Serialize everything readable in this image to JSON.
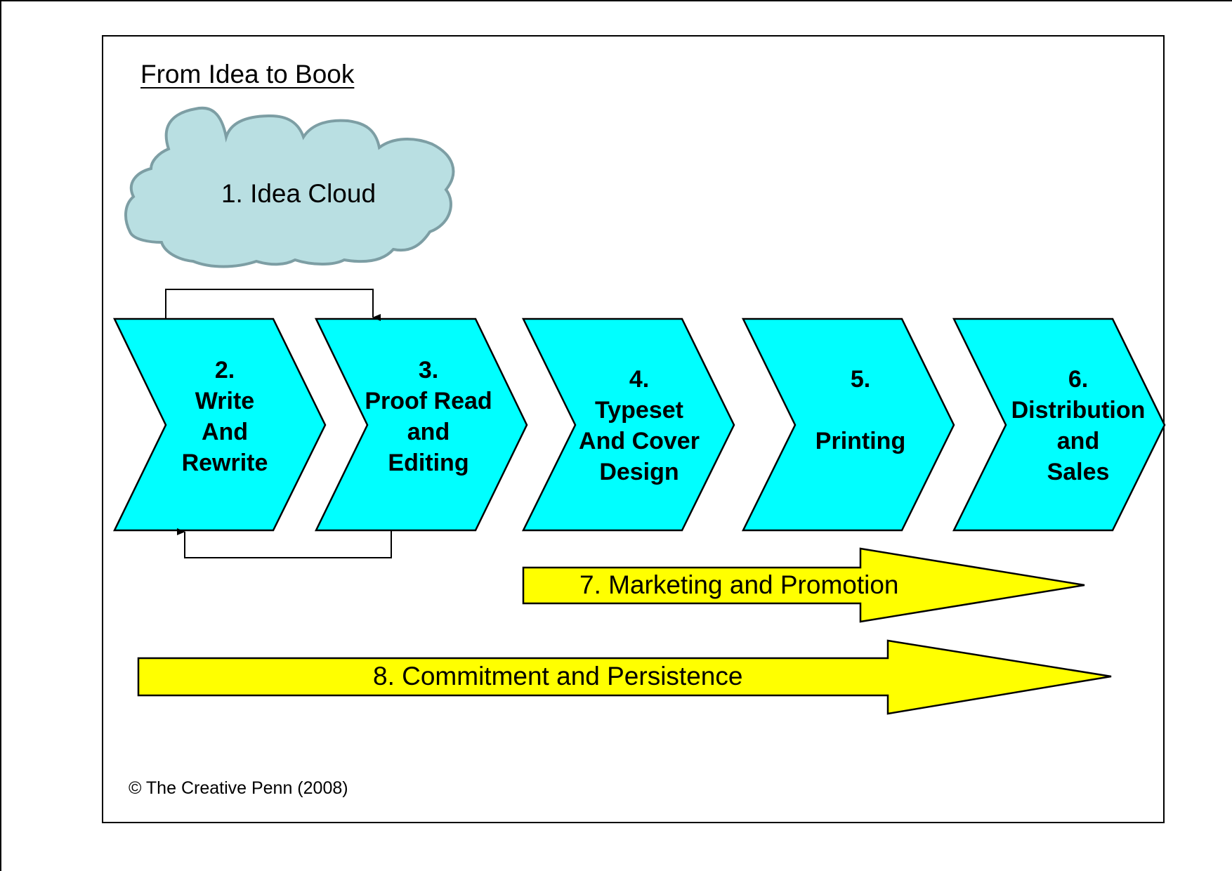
{
  "title": "From Idea to Book",
  "colors": {
    "cloud_fill": "#b9dfe2",
    "cloud_stroke": "#7d9ea4",
    "chevron_fill": "#00ffff",
    "arrow_fill": "#ffff00",
    "stroke": "#000000"
  },
  "cloud": {
    "label": "1. Idea Cloud"
  },
  "steps": [
    {
      "number": "2.",
      "label": "2.\nWrite\nAnd\nRewrite"
    },
    {
      "number": "3.",
      "label": "3.\nProof Read\nand\nEditing"
    },
    {
      "number": "4.",
      "label": "4.\nTypeset\nAnd Cover\nDesign"
    },
    {
      "number": "5.",
      "label": "5.\n\nPrinting"
    },
    {
      "number": "6.",
      "label": "6.\nDistribution\nand\nSales"
    }
  ],
  "feedback_loops": [
    {
      "from": "2. Write And Rewrite",
      "to": "3. Proof Read and Editing",
      "direction": "over-top"
    },
    {
      "from": "3. Proof Read and Editing",
      "to": "2. Write And Rewrite",
      "direction": "under-bottom"
    }
  ],
  "arrows": [
    {
      "label": "7. Marketing and Promotion"
    },
    {
      "label": "8. Commitment and Persistence"
    }
  ],
  "copyright": "© The Creative Penn (2008)"
}
